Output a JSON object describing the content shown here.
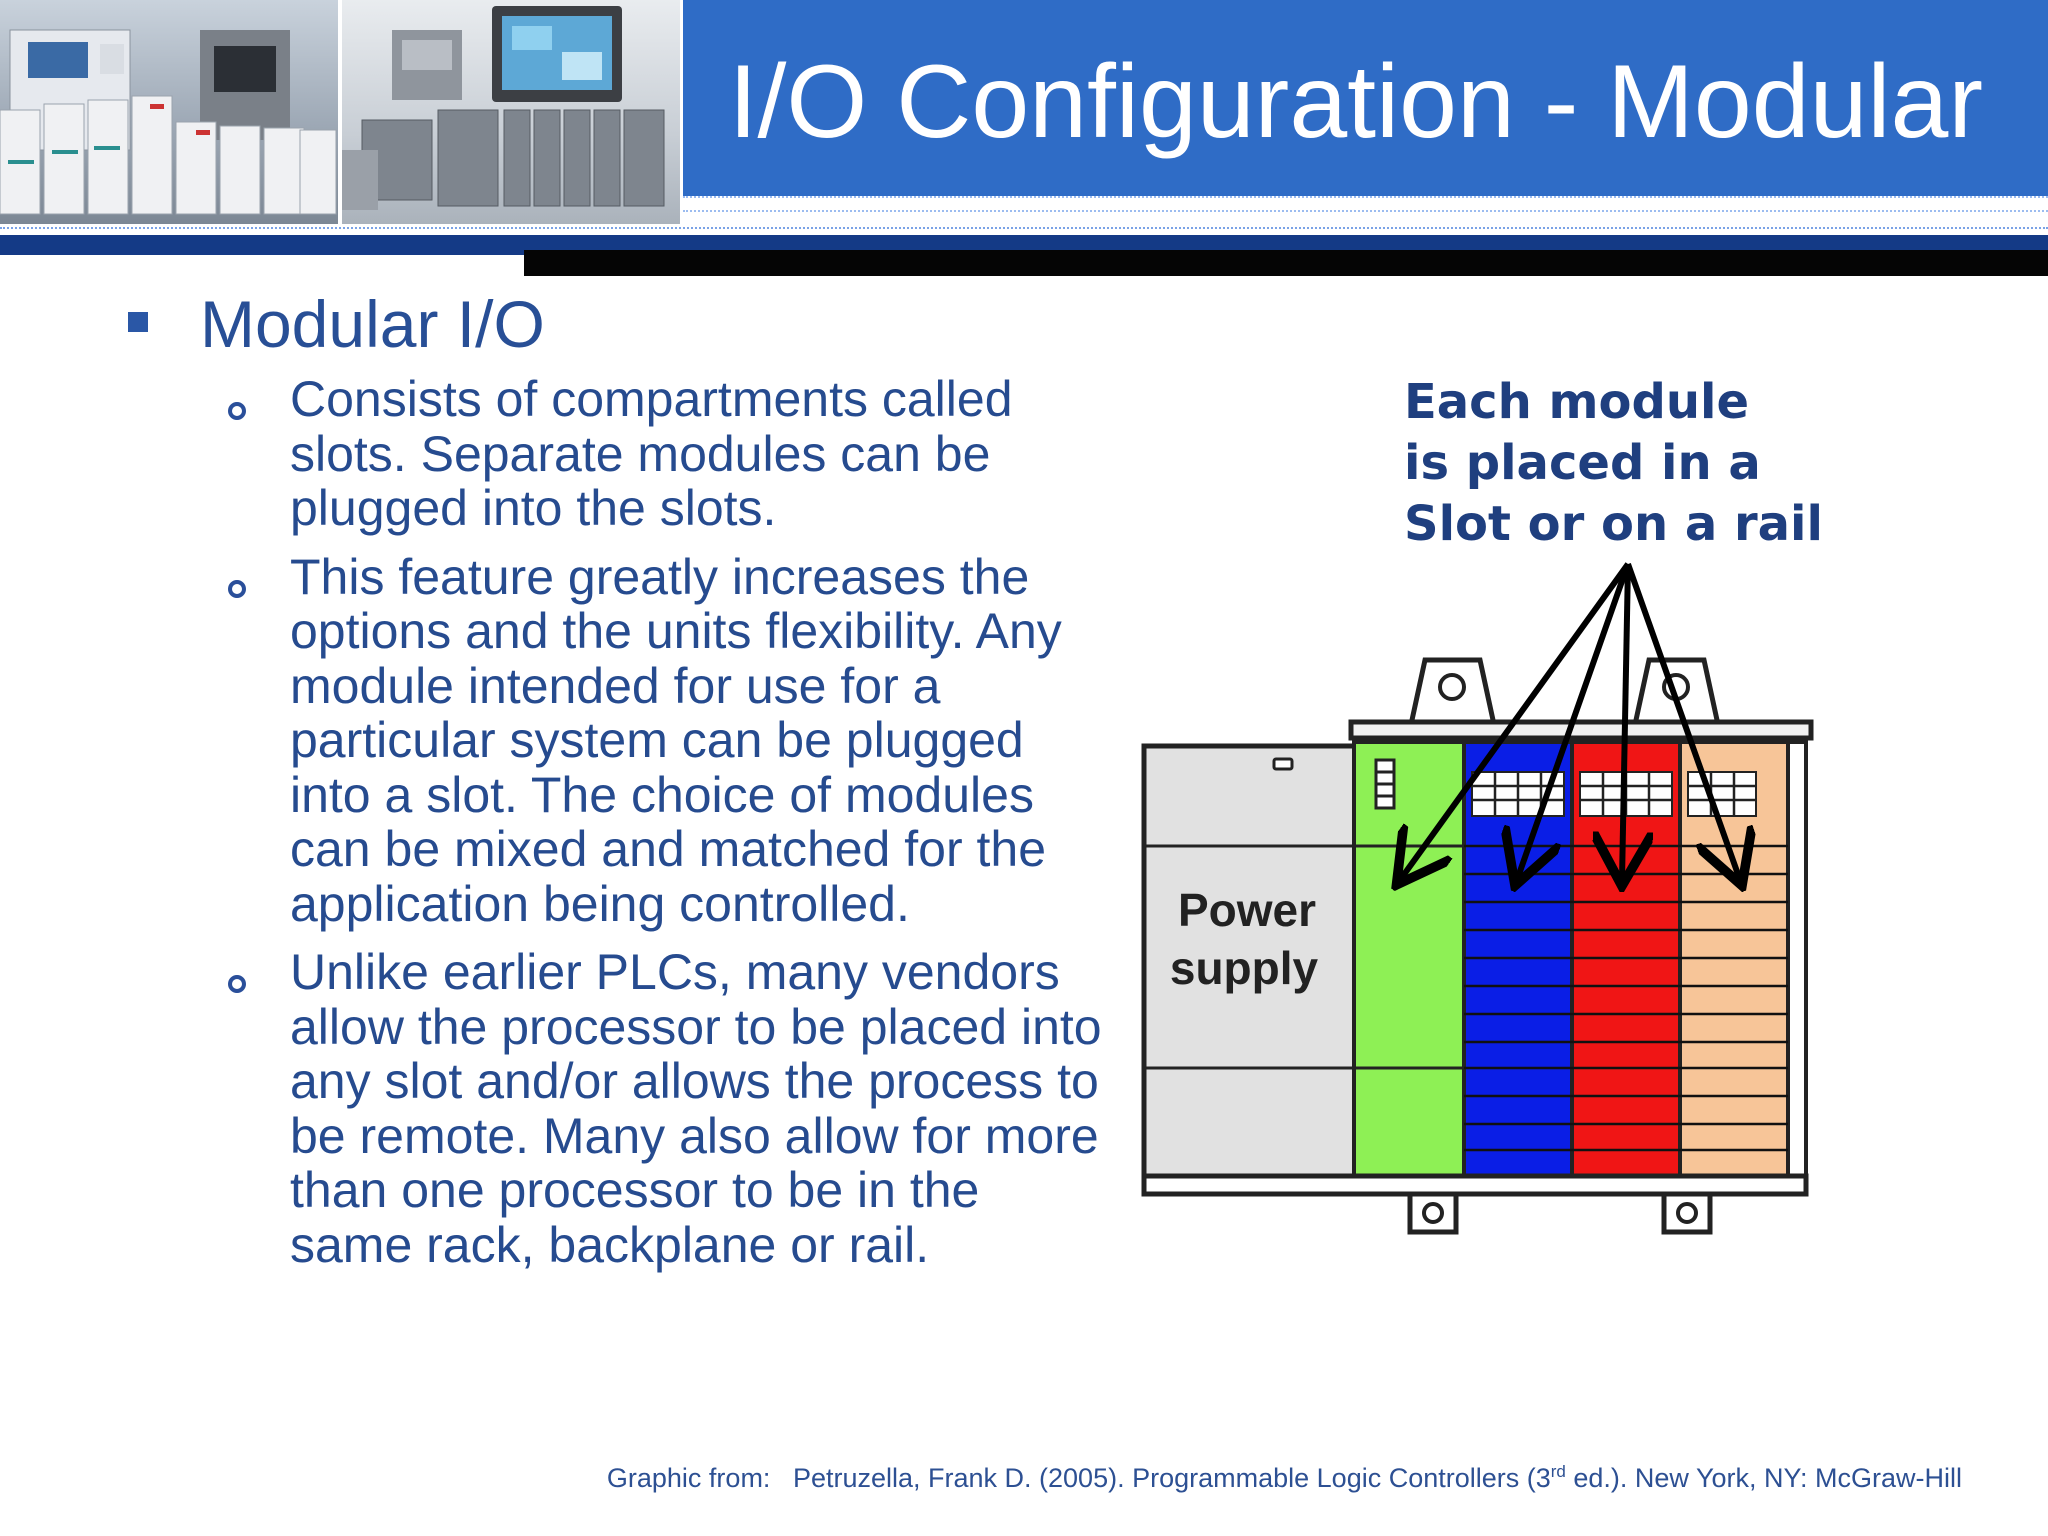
{
  "slide": {
    "title": "I/O Configuration - Modular",
    "bullet": "Modular I/O",
    "sub_bullets": [
      "Consists of compartments called slots. Separate modules can be plugged into the slots.",
      "This feature greatly increases the options and the units flexibility. Any module intended for use for a particular system can be plugged into a slot. The choice of modules can be mixed and matched for the application being controlled.",
      "Unlike earlier PLCs, many vendors allow the processor to be placed into any slot and/or allows the process to be remote. Many also allow for more than one processor to be in the same rack, backplane or rail."
    ]
  },
  "figure": {
    "callout_lines": [
      "Each module",
      "is placed in a",
      "Slot or on a rail"
    ],
    "power_supply_label": [
      "Power",
      "supply"
    ],
    "module_colors": [
      "#8ef055",
      "#0a1ee6",
      "#f01515",
      "#f7c598"
    ]
  },
  "citation": {
    "prefix": "Graphic from:",
    "text_before_sup": "Petruzella, Frank D. (2005). Programmable Logic Controllers (3",
    "sup": "rd",
    "text_after_sup": " ed.). New York, NY: McGraw-Hill"
  },
  "header_images": [
    "plc-hardware-photo-1",
    "plc-hardware-photo-2"
  ]
}
